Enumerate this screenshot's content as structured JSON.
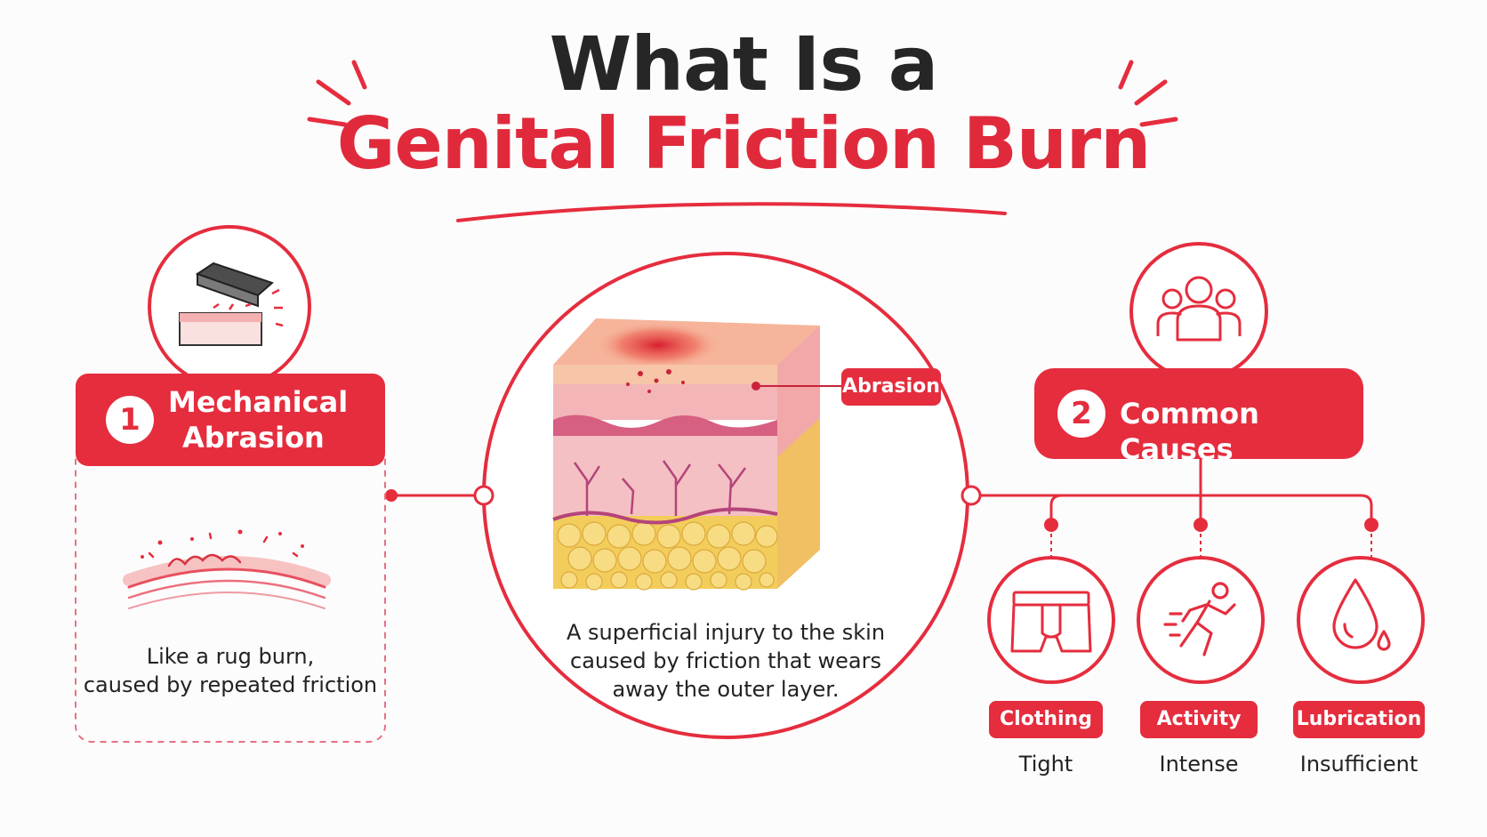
{
  "title": {
    "line1": "What Is a",
    "line2": "Genital Friction Burn"
  },
  "center": {
    "label": "Abrasion",
    "caption_lines": [
      "A superficial injury to the skin",
      "caused by friction that wears",
      "away the outer layer."
    ]
  },
  "left": {
    "number": "1",
    "heading_lines": [
      "Mechanical",
      "Abrasion"
    ],
    "icon": "eraser-rubbing-skin-icon",
    "caption_lines": [
      "Like a rug burn,",
      "caused by repeated friction"
    ]
  },
  "right": {
    "number": "2",
    "heading": "Common Causes",
    "icon": "people-group-icon",
    "causes": [
      {
        "label": "Clothing",
        "detail": "Tight",
        "icon": "underwear-icon"
      },
      {
        "label": "Activity",
        "detail": "Intense",
        "icon": "running-person-icon"
      },
      {
        "label": "Lubrication",
        "detail": "Insufficient",
        "icon": "water-drop-icon"
      }
    ]
  },
  "colors": {
    "accent": "#e52d3e",
    "title_dark": "#262626",
    "skin_fat": "#f3cd5c"
  }
}
